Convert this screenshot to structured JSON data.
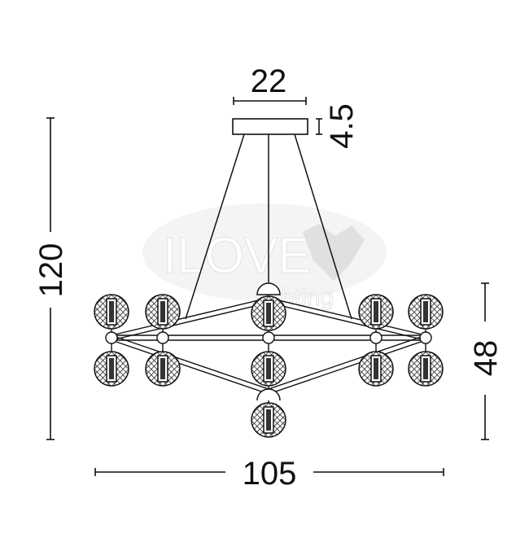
{
  "dimensions": {
    "canopy_width": "22",
    "canopy_height": "4.5",
    "total_height": "120",
    "body_height": "48",
    "total_width": "105"
  },
  "watermark": {
    "text_main": "ILOVE",
    "text_sub": "lighting"
  },
  "colors": {
    "line": "#111111",
    "watermark": "#d9d9d9"
  }
}
